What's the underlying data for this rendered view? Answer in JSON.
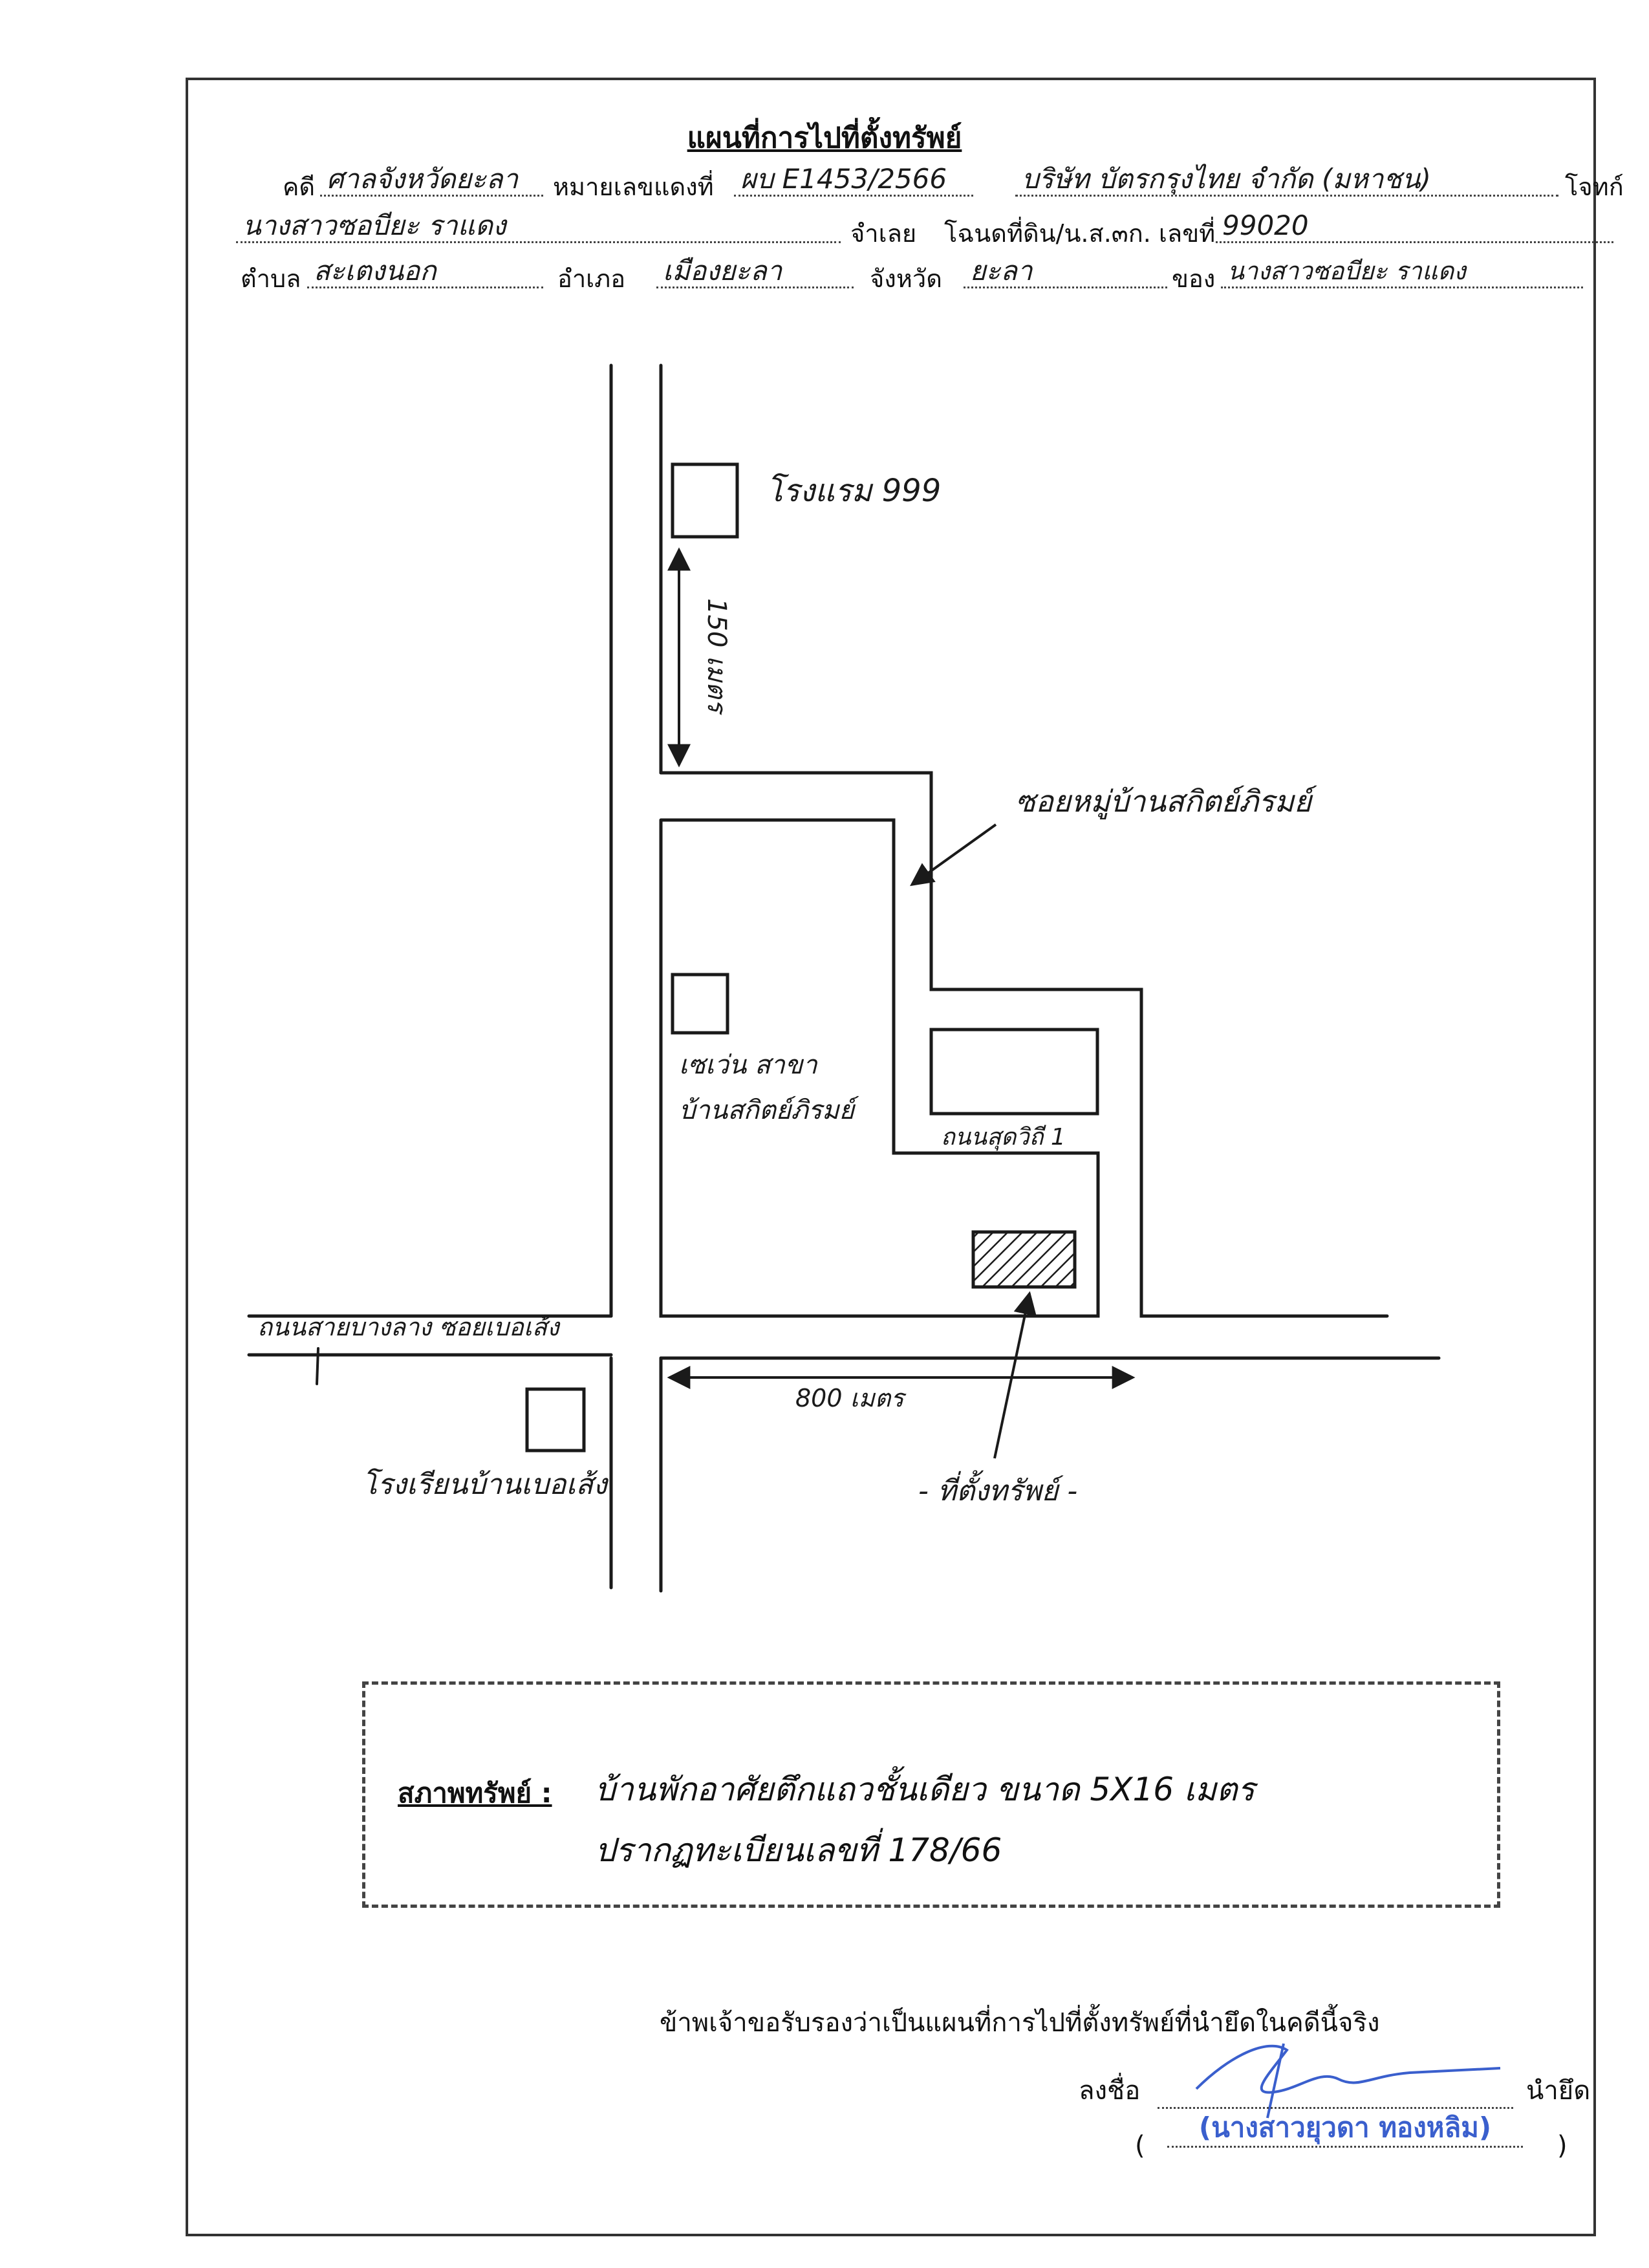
{
  "title": "แผนที่การไปที่ตั้งทรัพย์",
  "header": {
    "case_label": "คดี",
    "court": "ศาลจังหวัดยะลา",
    "red_no_label": "หมายเลขแดงที่",
    "red_no": "ผบ E1453/2566",
    "plaintiff": "บริษัท บัตรกรุงไทย จำกัด (มหาชน)",
    "plaintiff_suffix": "โจทก์",
    "defendant": "นางสาวซอบียะ ราแดง",
    "defendant_suffix": "จำเลย",
    "deed_label": "โฉนดที่ดิน/น.ส.๓ก. เลขที่",
    "deed_no": "99020",
    "subdistrict_label": "ตำบล",
    "subdistrict": "สะเตงนอก",
    "district_label": "อำเภอ",
    "district": "เมืองยะลา",
    "province_label": "จังหวัด",
    "province": "ยะลา",
    "owner_label": "ของ",
    "owner": "นางสาวซอบียะ ราแดง"
  },
  "map": {
    "hotel": "โรงแรม 999",
    "dist_north": "150 เมตร",
    "soi": "ซอยหมู่บ้านสกิตย์ภิรมย์",
    "seven": "เซเว่น สาขา",
    "seven_branch": "บ้านสกิตย์ภิรมย์",
    "road_right": "ถนนสุดวิถี 1",
    "road_left": "ถนนสายบางลาง ซอยเบอเส้ง",
    "dist_east": "800 เมตร",
    "school": "โรงเรียนบ้านเบอเส้ง",
    "property": "- ที่ตั้งทรัพย์ -"
  },
  "condition": {
    "label": "สภาพทรัพย์ :",
    "line1": "บ้านพักอาศัยตึกแถวชั้นเดียว ขนาด 5X16 เมตร",
    "line2": "ปรากฏทะเบียนเลขที่ 178/66"
  },
  "certification": {
    "statement": "ข้าพเจ้าขอรับรองว่าเป็นแผนที่การไปที่ตั้งทรัพย์ที่นำยึดในคดีนี้จริง",
    "sign_label": "ลงชื่อ",
    "sign_role": "นำยึด",
    "open_paren": "(",
    "close_paren": ")",
    "signer_name": "(นางสาวยุวดา ทองหลิม)"
  },
  "colors": {
    "stamp": "#3a5fcd",
    "ink": "#1a1a1a"
  }
}
